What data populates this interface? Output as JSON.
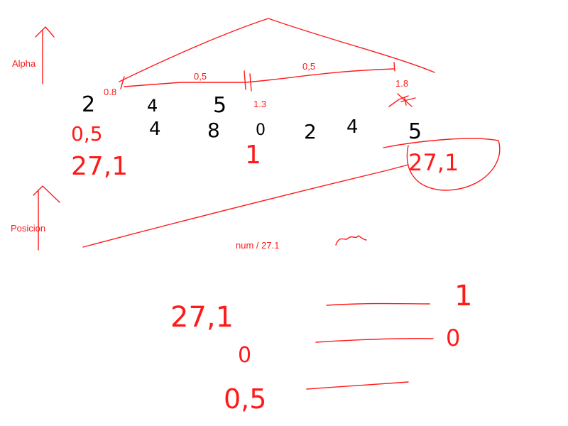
{
  "labels": {
    "alpha": "Alpha",
    "posicion": "Posicion",
    "v_08": "0.8",
    "seg_05_left": "0,5",
    "seg_05_right": "0,5",
    "v_13": "1.3",
    "v_18": "1.8",
    "formula": "num / 27.1"
  },
  "handwriting": {
    "top_row": [
      "2",
      "4",
      "5"
    ],
    "bottom_row": [
      "0,5",
      "4",
      "8",
      "0",
      "2",
      "4",
      "5"
    ],
    "left_total": "27,1",
    "middle_value": "1",
    "right_total": "27,1",
    "map_inputs": [
      "27,1",
      "0",
      "0,5"
    ],
    "map_outputs": [
      "1",
      "0"
    ]
  },
  "colors": {
    "ink_red": "#ff1a1a",
    "ink_black": "#000000"
  }
}
